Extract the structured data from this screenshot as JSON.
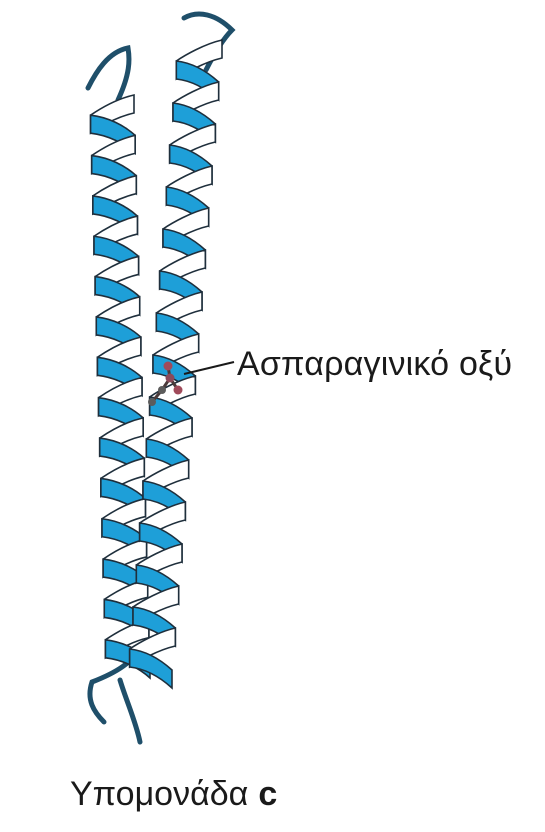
{
  "figure": {
    "colors": {
      "ribbon_front": "#1e9fd8",
      "ribbon_back": "#ffffff",
      "outline": "#1f2f3c",
      "coil": "#1f4f6a",
      "residue": "#6b3b4a"
    },
    "labels": {
      "residue": "Ασπαραγινικό οξύ",
      "subunit_name": "Υπομονάδα",
      "subunit_letter": "c"
    }
  }
}
